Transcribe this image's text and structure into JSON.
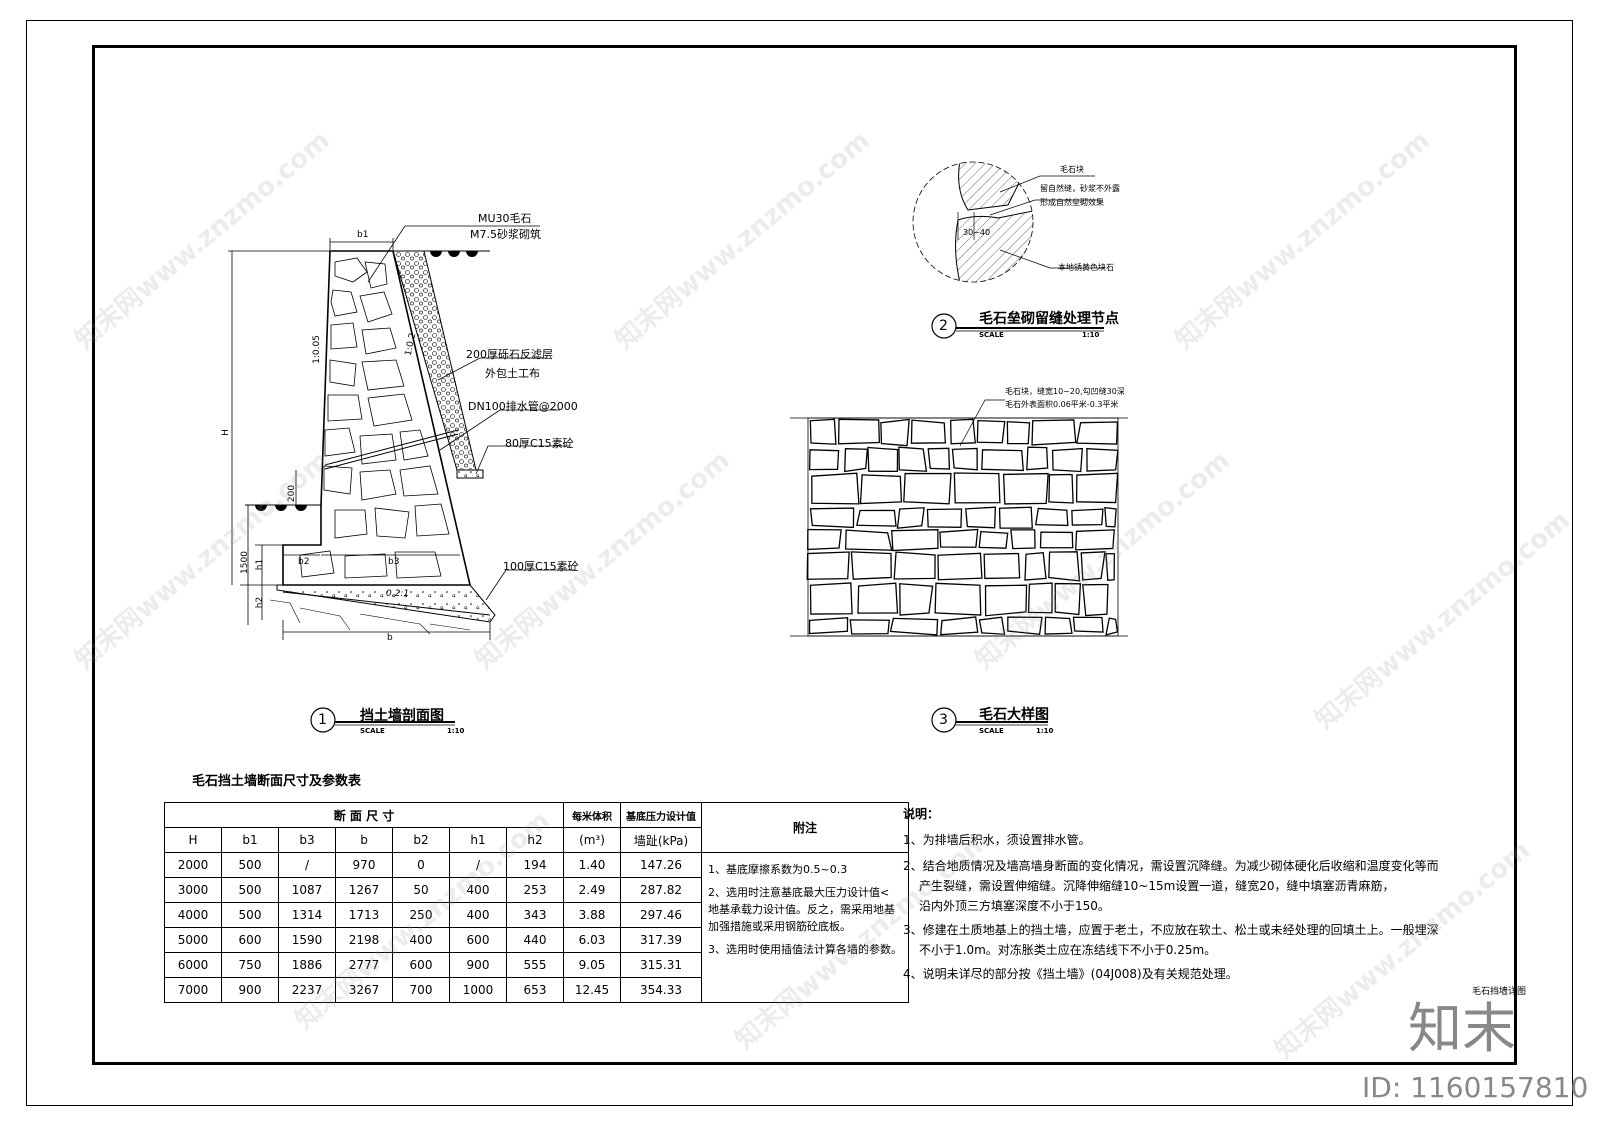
{
  "section1": {
    "labels": {
      "b1": "b1",
      "mu30": "MU30毛石",
      "m75": "M7.5砂浆砌筑",
      "filter1": "200厚砾石反滤层",
      "filter2": "外包土工布",
      "drain": "DN100排水管@2000",
      "c15_80": "80厚C15素砼",
      "c15_100": "100厚C15素砼",
      "slope_back": "1:0.05",
      "slope_front": "1:0.2",
      "H": "H",
      "d200": "200",
      "d1500": "1500",
      "h1": "h1",
      "h2": "h2",
      "b2": "b2",
      "b3": "b3",
      "b": "b",
      "base_slope": "0.2:1"
    },
    "num": "1",
    "title": "挡土墙剖面图",
    "scale": "SCALE",
    "ratio": "1:10"
  },
  "section2": {
    "labels": {
      "stone": "毛石块",
      "joint1": "留自然缝，砂浆不外露",
      "joint2": "形成自然垒砌效果",
      "dim": "30~40",
      "local": "本地锈黄色块石"
    },
    "num": "2",
    "title": "毛石垒砌留缝处理节点",
    "scale": "SCALE",
    "ratio": "1:10"
  },
  "section3": {
    "labels": {
      "note1": "毛石块，缝宽10~20,勾凹缝30深",
      "note2": "毛石外表面积0.06平米-0.3平米"
    },
    "num": "3",
    "title": "毛石大样图",
    "scale": "SCALE",
    "ratio": "1:10"
  },
  "table": {
    "title": "毛石挡土墙断面尺寸及参数表",
    "group_header": "断 面 尺 寸",
    "volume_header": "每米体积",
    "volume_unit": "(m³)",
    "pressure_header": "基底压力设计值",
    "pressure_unit": "墙趾(kPa)",
    "notes_header": "附注",
    "columns": [
      "H",
      "b1",
      "b3",
      "b",
      "b2",
      "h1",
      "h2"
    ],
    "rows": [
      [
        "2000",
        "500",
        "/",
        "970",
        "0",
        "/",
        "194",
        "1.40",
        "147.26"
      ],
      [
        "3000",
        "500",
        "1087",
        "1267",
        "50",
        "400",
        "253",
        "2.49",
        "287.82"
      ],
      [
        "4000",
        "500",
        "1314",
        "1713",
        "250",
        "400",
        "343",
        "3.88",
        "297.46"
      ],
      [
        "5000",
        "600",
        "1590",
        "2198",
        "400",
        "600",
        "440",
        "6.03",
        "317.39"
      ],
      [
        "6000",
        "750",
        "1886",
        "2777",
        "600",
        "900",
        "555",
        "9.05",
        "315.31"
      ],
      [
        "7000",
        "900",
        "2237",
        "3267",
        "700",
        "1000",
        "653",
        "12.45",
        "354.33"
      ]
    ],
    "remarks": [
      "1、基底摩擦系数为0.5~0.3",
      "2、选用时注意基底最大压力设计值<",
      "地基承载力设计值。反之，需采用地基",
      "加强措施或采用钢筋砼底板。",
      "3、选用时使用插值法计算各墙的参数。"
    ]
  },
  "notes": {
    "header": "说明：",
    "lines": [
      "1、为排墙后积水，须设置排水管。",
      "2、结合地质情况及墙高墙身断面的变化情况，需设置沉降缝。为减少砌体硬化后收缩和温度变化等而",
      "产生裂缝，需设置伸缩缝。沉降伸缩缝10~15m设置一道，缝宽20，缝中填塞沥青麻筋，",
      "沿内外顶三方填塞深度不小于150。",
      "3、修建在土质地基上的挡土墙，应置于老土，不应放在软土、松土或未经处理的回填土上。一般埋深",
      "不小于1.0m。对冻胀类土应在冻结线下不小于0.25m。",
      "4、说明未详尽的部分按《挡土墙》(04J008)及有关规范处理。"
    ]
  },
  "drawing_name": "毛石挡墙详图",
  "brand": "知末",
  "id_text": "ID: 1160157810",
  "watermark": "知末网www.znzmo.com"
}
